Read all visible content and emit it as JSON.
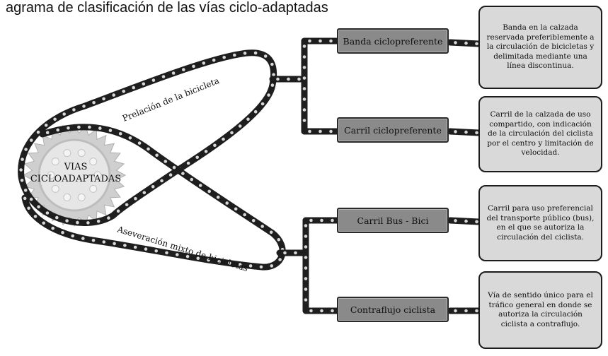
{
  "heading": "agrama de clasificación de las vías ciclo-adaptadas",
  "center": {
    "line1": "VIAS",
    "line2": "CICLOADAPTADAS"
  },
  "groups": [
    {
      "label": "Prelación de la bicicleta"
    },
    {
      "label": "Aseveración mixto de bicicletas"
    }
  ],
  "types": [
    {
      "label": "Banda ciclopreferente",
      "description": "Banda en la calzada reservada preferiblemente a la circulación de bicicletas y delimitada mediante una línea discontinua."
    },
    {
      "label": "Carril ciclopreferente",
      "description": "Carril de la calzada de uso compartido, con indicación de la circulación del ciclista por el centro y limitación de velocidad."
    },
    {
      "label": "Carril Bus - Bici",
      "description": "Carril para uso preferencial del transporte público (bus), en el que se autoriza la circulación del ciclista."
    },
    {
      "label": "Contraflujo ciclista",
      "description": "Vía de sentido único para el tráfico general en donde se autoriza la circulación ciclista a contraflujo."
    }
  ],
  "colors": {
    "chain": "#1e1e1e",
    "gear": "#cfcfcf",
    "label_box": "#8a8a8a",
    "desc_box": "#d9d9d9"
  }
}
